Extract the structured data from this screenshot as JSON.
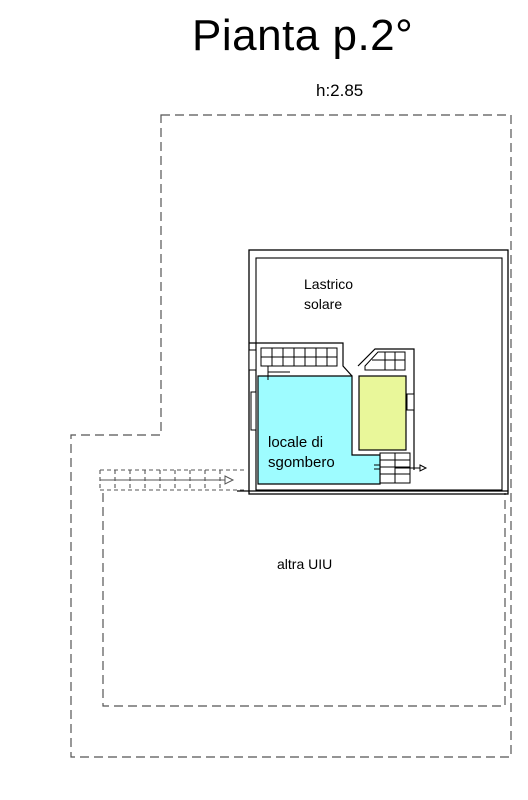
{
  "title": "Pianta p.2°",
  "height_label": "h:2.85",
  "rooms": {
    "lastrico": {
      "line1": "Lastrico",
      "line2": "solare"
    },
    "locale": {
      "line1": "locale di",
      "line2": "sgombero"
    },
    "altra": {
      "label": "altra UIU"
    }
  },
  "colors": {
    "locale_fill": "#9efcff",
    "yellow_fill": "#e9f79a",
    "line": "#000000",
    "dashed": "#555555"
  }
}
